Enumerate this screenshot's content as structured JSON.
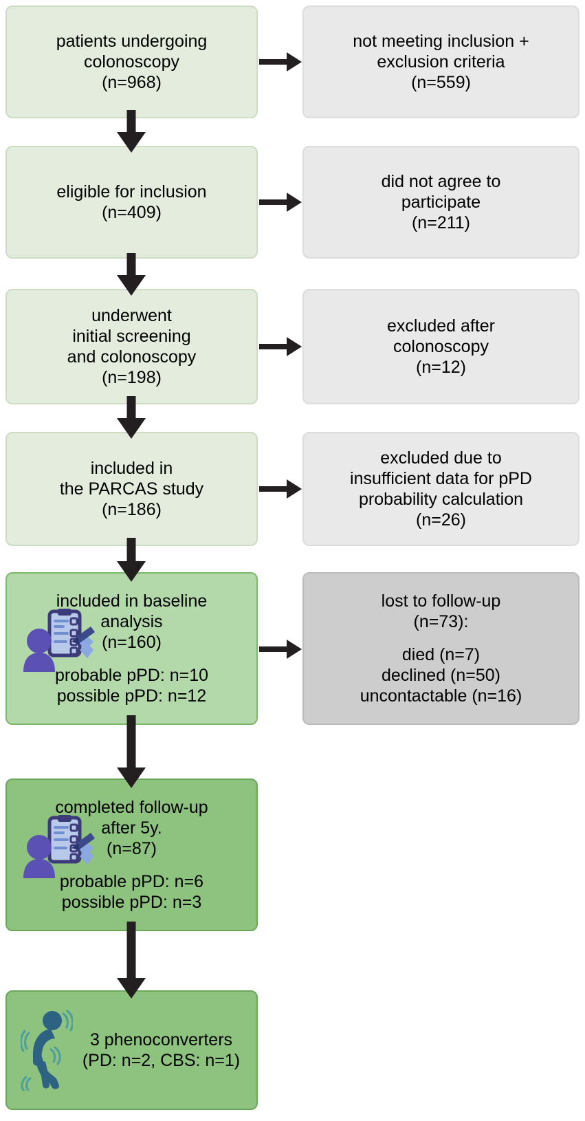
{
  "diagram": {
    "title": "PARCAS study participant flow diagram",
    "type": "consort-flowchart",
    "colors": {
      "light_green_fill": "#e4ecdd",
      "light_green_border": "#cddcc3",
      "medium_green_fill": "#b3d9ab",
      "medium_green_border": "#7cb96d",
      "dark_green_fill": "#8dc27f",
      "dark_green_border": "#6ba65c",
      "light_gray_fill": "#e9e9e9",
      "light_gray_border": "#dcdcdc",
      "medium_gray_fill": "#cdcdcd",
      "medium_gray_border": "#bcbcbc",
      "arrow": "#231f20",
      "icon_person_purple": "#5b51b5",
      "icon_hand_blue": "#8ba8e0",
      "icon_clipboard_outline": "#3d3a7a",
      "icon_tremor_person": "#2e6283",
      "icon_tremor_lines": "#4e9e9e"
    }
  },
  "main_nodes": [
    {
      "id": "enrolled",
      "lines": [
        "patients undergoing",
        "colonoscopy",
        "(n=968)"
      ],
      "style": "light-green"
    },
    {
      "id": "eligible",
      "lines": [
        "eligible for inclusion",
        "(n=409)"
      ],
      "style": "light-green"
    },
    {
      "id": "screened",
      "lines": [
        "underwent",
        "initial screening",
        "and colonoscopy",
        "(n=198)"
      ],
      "style": "light-green"
    },
    {
      "id": "included-parcas",
      "lines": [
        "included in",
        "the PARCAS study",
        "(n=186)"
      ],
      "style": "light-green"
    },
    {
      "id": "baseline-analysis",
      "lines": [
        "included in baseline",
        "analysis",
        "(n=160)"
      ],
      "extra_lines": [
        "probable pPD: n=10",
        "possible pPD: n=12"
      ],
      "style": "medium-green",
      "icon": "person-clipboard-icon"
    },
    {
      "id": "completed-followup",
      "lines": [
        "completed follow-up",
        "after 5y.",
        "(n=87)"
      ],
      "extra_lines": [
        "probable pPD: n=6",
        "possible pPD: n=3"
      ],
      "style": "dark-green",
      "icon": "person-clipboard-icon"
    },
    {
      "id": "phenoconverters",
      "lines": [
        "3 phenoconverters",
        "(PD: n=2, CBS: n=1)"
      ],
      "style": "dark-green",
      "icon": "person-tremor-icon"
    }
  ],
  "exclusion_nodes": [
    {
      "id": "not-meeting-criteria",
      "lines": [
        "not meeting inclusion +",
        "exclusion criteria",
        "(n=559)"
      ],
      "style": "light-gray"
    },
    {
      "id": "did-not-agree",
      "lines": [
        "did not agree to",
        "participate",
        "(n=211)"
      ],
      "style": "light-gray"
    },
    {
      "id": "excluded-after-colonoscopy",
      "lines": [
        "excluded after",
        "colonoscopy",
        "(n=12)"
      ],
      "style": "light-gray"
    },
    {
      "id": "insufficient-data",
      "lines": [
        "excluded due to",
        "insufficient data for pPD",
        "probability calculation",
        "(n=26)"
      ],
      "style": "light-gray"
    },
    {
      "id": "lost-to-followup",
      "lines": [
        "lost to follow-up",
        "(n=73):"
      ],
      "extra_lines": [
        "died (n=7)",
        "declined (n=50)",
        "uncontactable (n=16)"
      ],
      "style": "medium-gray"
    }
  ],
  "flow_counts": {
    "undergoing_colonoscopy": 968,
    "not_meeting_criteria": 559,
    "eligible": 409,
    "did_not_agree": 211,
    "screened": 198,
    "excluded_after_colonoscopy": 12,
    "included_parcas": 186,
    "insufficient_data": 26,
    "baseline_analysis": 160,
    "baseline_probable_pPD": 10,
    "baseline_possible_pPD": 12,
    "lost_to_followup": 73,
    "lost_died": 7,
    "lost_declined": 50,
    "lost_uncontactable": 16,
    "completed_followup": 87,
    "followup_probable_pPD": 6,
    "followup_possible_pPD": 3,
    "phenoconverters": 3,
    "phenoconverters_PD": 2,
    "phenoconverters_CBS": 1
  }
}
